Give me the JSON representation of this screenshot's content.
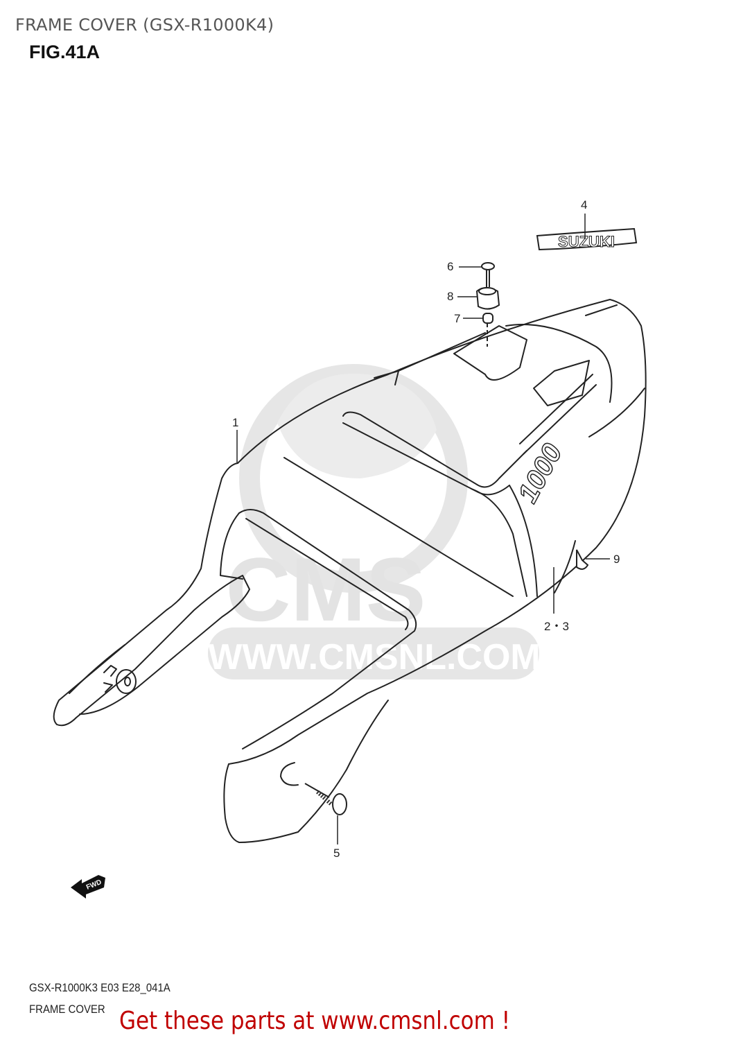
{
  "header": {
    "title": "FRAME COVER (GSX-R1000K4)",
    "figure": "FIG.41A"
  },
  "diagram": {
    "watermark": {
      "text": "WWW.CMSNL.COM",
      "logo": "CMS",
      "color": "#e6e6e6"
    },
    "decal_text": "SUZUKI",
    "cover_badge": "1000",
    "direction_badge": "FWD",
    "callouts": [
      {
        "id": "1",
        "label": "1",
        "part": "frame-cover"
      },
      {
        "id": "2-3",
        "label": "2・3",
        "part": "frame-cover-side"
      },
      {
        "id": "4",
        "label": "4",
        "part": "suzuki-emblem"
      },
      {
        "id": "5",
        "label": "5",
        "part": "screw"
      },
      {
        "id": "6",
        "label": "6",
        "part": "screw"
      },
      {
        "id": "7",
        "label": "7",
        "part": "nut"
      },
      {
        "id": "8",
        "label": "8",
        "part": "cushion"
      },
      {
        "id": "9",
        "label": "9",
        "part": "clip"
      }
    ]
  },
  "footer": {
    "code": "GSX-R1000K3 E03 E28_041A",
    "name": "FRAME COVER",
    "promo": "Get these parts at www.cmsnl.com !",
    "promo_color": "#c00000"
  }
}
